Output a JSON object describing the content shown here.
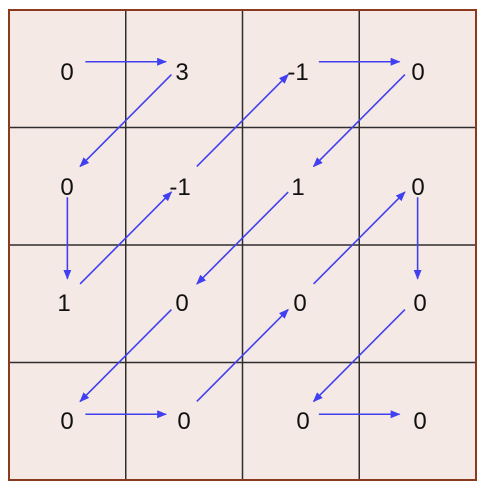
{
  "grid": {
    "rows": 4,
    "cols": 4,
    "values": [
      [
        "0",
        "3",
        "-1",
        "0"
      ],
      [
        "0",
        "-1",
        "1",
        "0"
      ],
      [
        "1",
        "0",
        "0",
        "0"
      ],
      [
        "0",
        "0",
        "0",
        "0"
      ]
    ]
  },
  "scan_path": [
    [
      0,
      0
    ],
    [
      0,
      1
    ],
    [
      1,
      0
    ],
    [
      2,
      0
    ],
    [
      1,
      1
    ],
    [
      0,
      2
    ],
    [
      0,
      3
    ],
    [
      1,
      2
    ],
    [
      2,
      1
    ],
    [
      3,
      0
    ],
    [
      3,
      1
    ],
    [
      2,
      2
    ],
    [
      1,
      3
    ],
    [
      2,
      3
    ],
    [
      3,
      2
    ],
    [
      3,
      3
    ]
  ],
  "colors": {
    "cell_fill": "#f5e9e5",
    "outer_border": "#8b3a1f",
    "grid_line": "#2e2e2e",
    "arrow": "#4040f0",
    "text": "#111111"
  }
}
